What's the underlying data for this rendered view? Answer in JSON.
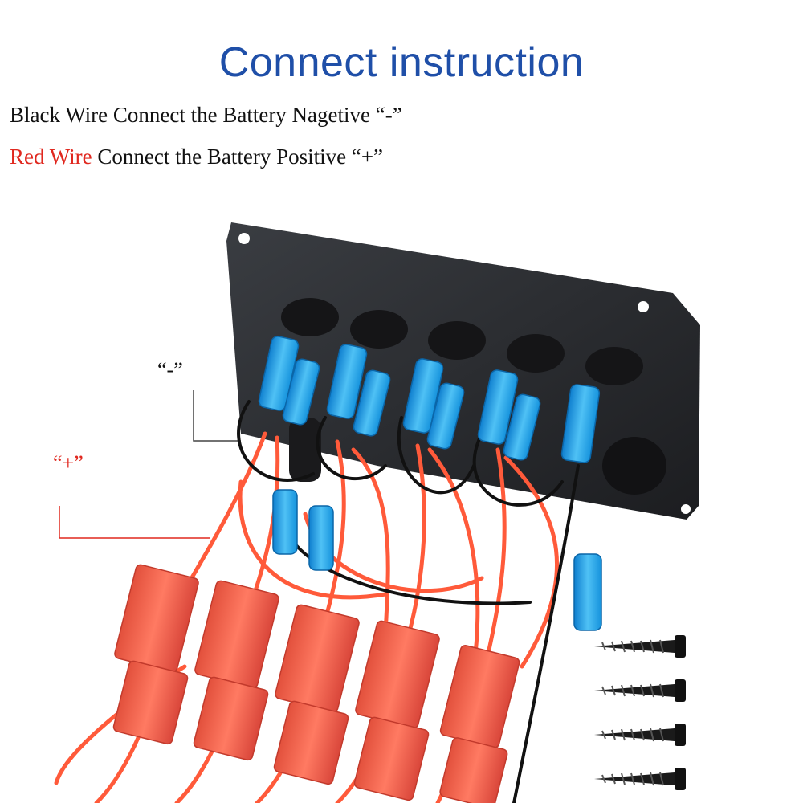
{
  "title": "Connect instruction",
  "instructions": {
    "line1": "Black Wire Connect the Battery Nagetive “-”",
    "line2_red": "Red Wire",
    "line2_rest": " Connect the Battery  Positive “+”"
  },
  "labels": {
    "negative": "“-”",
    "positive": "“+”"
  },
  "colors": {
    "title_blue": "#1f4fa8",
    "red_text": "#e0281f",
    "panel": "#2a2c30",
    "terminal_blue": "#1e9be0",
    "red_wire": "#ff5a3a",
    "fuse_holder": "#f0604a",
    "screw": "#1a1a1a"
  }
}
